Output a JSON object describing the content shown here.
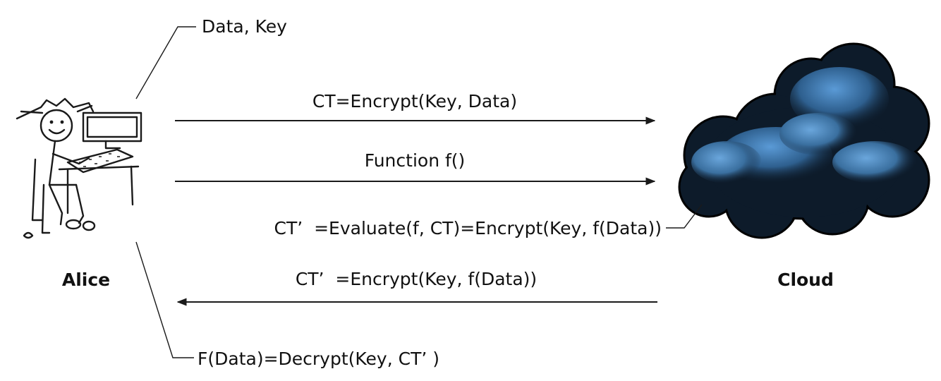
{
  "actors": {
    "alice": "Alice",
    "cloud": "Cloud"
  },
  "labels": {
    "data_key": "Data, Key",
    "encrypt": "CT=Encrypt(Key, Data)",
    "function": "Function f()",
    "evaluate": "CT’  =Evaluate(f, CT)=Encrypt(Key, f(Data))",
    "return_ct": "CT’  =Encrypt(Key, f(Data))",
    "decrypt": "F(Data)=Decrypt(Key, CT’ )"
  },
  "icons": {
    "alice": "person-at-computer-icon",
    "cloud": "cloud-icon"
  },
  "colors": {
    "cloud_dark": "#0d1b2a",
    "cloud_light": "#4f8bc4"
  }
}
